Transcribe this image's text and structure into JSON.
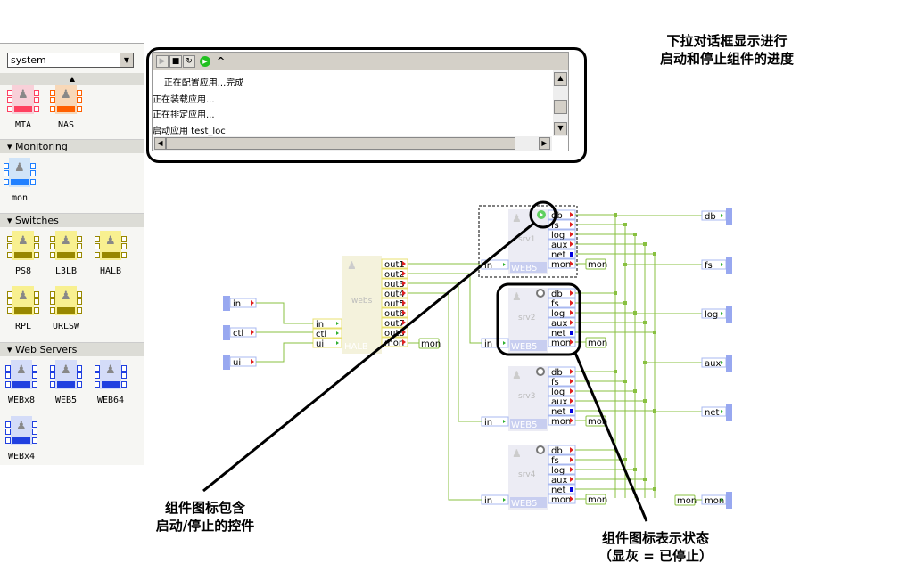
{
  "sidebar": {
    "selector": "system",
    "categories": [
      {
        "label": "Monitoring"
      },
      {
        "label": "Switches"
      },
      {
        "label": "Web Servers"
      }
    ],
    "items": [
      {
        "label": "MTA",
        "color": "#ff4060",
        "bg": "#f8d0d8"
      },
      {
        "label": "NAS",
        "color": "#ff6000",
        "bg": "#f8d8b8"
      },
      {
        "label": "mon",
        "color": "#2080ff",
        "bg": "#d0e4f8"
      },
      {
        "label": "PS8",
        "color": "#988800",
        "bg": "#f8f090"
      },
      {
        "label": "L3LB",
        "color": "#988800",
        "bg": "#f8f090"
      },
      {
        "label": "HALB",
        "color": "#988800",
        "bg": "#f8f090"
      },
      {
        "label": "RPL",
        "color": "#988800",
        "bg": "#f8f090"
      },
      {
        "label": "URLSW",
        "color": "#988800",
        "bg": "#f8f090"
      },
      {
        "label": "WEBx8",
        "color": "#2040e0",
        "bg": "#d4dcf8"
      },
      {
        "label": "WEB5",
        "color": "#2040e0",
        "bg": "#d4dcf8"
      },
      {
        "label": "WEB64",
        "color": "#2040e0",
        "bg": "#d4dcf8"
      },
      {
        "label": "WEBx4",
        "color": "#2040e0",
        "bg": "#d4dcf8"
      }
    ]
  },
  "console": {
    "toolbar": {
      "play": "▶",
      "stop": "■",
      "refresh": "↻",
      "start": "●",
      "collapse": "^"
    },
    "lines": [
      "    正在配置应用...完成",
      "正在装载应用...",
      "正在排定应用...",
      "启动应用 test_loc"
    ]
  },
  "diagram": {
    "inputs": [
      "in",
      "ctl",
      "ui"
    ],
    "balancer": {
      "name": "webs",
      "type": "HALB",
      "inputs": [
        "in",
        "ctl",
        "ui"
      ],
      "outputs": [
        "out1",
        "out2",
        "out3",
        "out4",
        "out5",
        "out6",
        "out7",
        "out8",
        "mon"
      ],
      "mon_tag": "mon"
    },
    "servers": [
      {
        "name": "srv1",
        "type": "WEB5",
        "state": "running"
      },
      {
        "name": "srv2",
        "type": "WEB5",
        "state": "stopped"
      },
      {
        "name": "srv3",
        "type": "WEB5",
        "state": "stopped"
      },
      {
        "name": "srv4",
        "type": "WEB5",
        "state": "stopped"
      }
    ],
    "server_in": "in",
    "server_ports": [
      "db",
      "fs",
      "log",
      "aux",
      "net",
      "mon"
    ],
    "mon_tag": "mon",
    "outputs": [
      "db",
      "fs",
      "log",
      "aux",
      "net"
    ],
    "mon_output": "mon",
    "mon_output_tag": "mon",
    "colors": {
      "wire": "#88c040",
      "blue_tab": "#98a8f0",
      "yellow_port": "#e8e070",
      "blue_port": "#a8b8f0"
    }
  },
  "annotations": {
    "top_right": [
      "下拉对话框显示进行",
      "启动和停止组件的进度"
    ],
    "bottom_left": [
      "组件图标包含",
      "启动/停止的控件"
    ],
    "bottom_right": [
      "组件图标表示状态",
      "（显灰 = 已停止）"
    ]
  }
}
